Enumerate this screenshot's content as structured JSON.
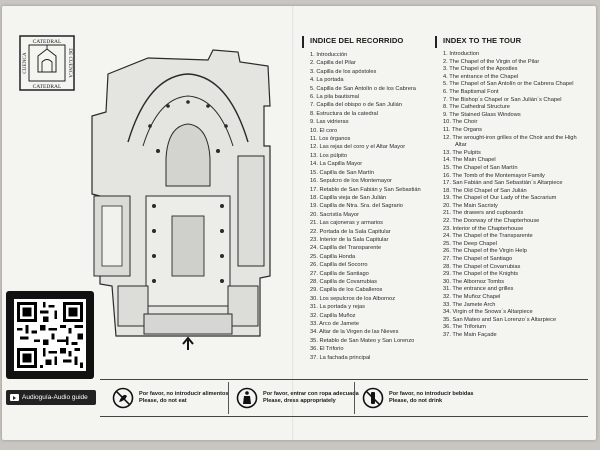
{
  "seal": {
    "top_text": "CATEDRAL",
    "left_text": "CUENCA",
    "right_text": "DE CUENCA",
    "bottom_text": "CATEDRAL"
  },
  "audio_button": {
    "label": "Audioguía-Audio guide",
    "icon": "play-icon"
  },
  "index_es": {
    "title": "INDICE DEL RECORRIDO",
    "items": [
      "1. Introducción",
      "2. Capilla del Pilar",
      "3. Capilla de los apóstoles",
      "4. La portada",
      "5. Capilla de San Antolín o de los Cabrera",
      "6. La pila bautismal",
      "7. Capilla del obispo o de San Julián",
      "8. Estructura de la catedral",
      "9. Las vidrieras",
      "10. El coro",
      "11. Los órganos",
      "12. Las rejas del coro y el Altar Mayor",
      "13. Los púlpito",
      "14. La Capilla Mayor",
      "15. Capilla de San Martín",
      "16. Sepulcro de los Montemayor",
      "17. Retablo de San Fabián y San Sebastián",
      "18. Capilla vieja de San Julián",
      "19. Capilla de Ntra. Sra. del Sagrario",
      "20. Sacristía Mayor",
      "21. Las cajoneras y armarios",
      "22. Portada de la Sala Capitular",
      "23. Interior de la Sala Capitular",
      "24. Capilla del Transparente",
      "25. Capilla Honda",
      "26. Capilla del Socorro",
      "27. Capilla de Santiago",
      "28. Capilla de Covarrubias",
      "29. Capilla de los Caballeros",
      "30. Los sepulcros de los Albornoz",
      "31. La portada y rejas",
      "32. Capilla Muñoz",
      "33. Arco de Jamete",
      "34. Altar de la Virgen de las Nieves",
      "35. Retablo de San Mateo y San Lorenzo",
      "36. El Triforio",
      "37. La fachada principal"
    ]
  },
  "index_en": {
    "title": "INDEX TO THE TOUR",
    "items": [
      "1. Introduction",
      "2. The Chapel of the Virgin of the Pilar",
      "3. The Chapel of the Apostles",
      "4. The entrance of the Chapel",
      "5. The Chapel of San Antolín or the Cabrera Chapel",
      "6. The Baptismal Font",
      "7. The Bishop´s Chapel or San Julián´s Chapel",
      "8. The Cathedral Structure",
      "9. The Stained Glass Windows",
      "10. The Choir",
      "11. The Organs",
      "12. The wrought-iron grilles of the Choir and the High Altar",
      "13. The Pulpits",
      "14. The Main Chapel",
      "15. The Chapel of San Martín",
      "16. The Tomb of the Montemayor Family",
      "17. San Fabián and San Sebastián´s Altarpiece",
      "18. The Old Chapel of San Julián",
      "19. The Chapel of Our Lady of the Sacrarium",
      "20. The Main Sacristy",
      "21. The drawers and cupboards",
      "22. The Doorway of the Chapterhouse",
      "23. Interior of the Chapterhouse",
      "24. The Chapel of the Transparente",
      "25. The Deep Chapel",
      "26. The Chapel of the Virgin Help",
      "27. The Chapel of Santiago",
      "28. The Chapel of Covarrubias",
      "29. The Chapel of the Knights",
      "30. The Albornoz Tombs",
      "31. The entrance and grilles",
      "32. The Muñoz Chapel",
      "33. The Jamete Arch",
      "34. Virgin of the Snows´s Altarpiece",
      "35. San Mateo and San Lorenzo´s Altarpiece",
      "36. The Triforium",
      "37. The Main Façade"
    ]
  },
  "notices": [
    {
      "icon": "no-food-icon",
      "es": "Por favor, no introducir alimentos",
      "en": "Please, do not eat"
    },
    {
      "icon": "dress-code-icon",
      "es": "Por favor, entrar con ropa adecuada",
      "en": "Please, dress appropriately"
    },
    {
      "icon": "no-drinks-icon",
      "es": "Por favor, no introducir bebidas",
      "en": "Please, do not drink"
    }
  ],
  "colors": {
    "paper": "#f4f4f1",
    "ink": "#1a1a1a",
    "background": "#c9c6c1"
  }
}
